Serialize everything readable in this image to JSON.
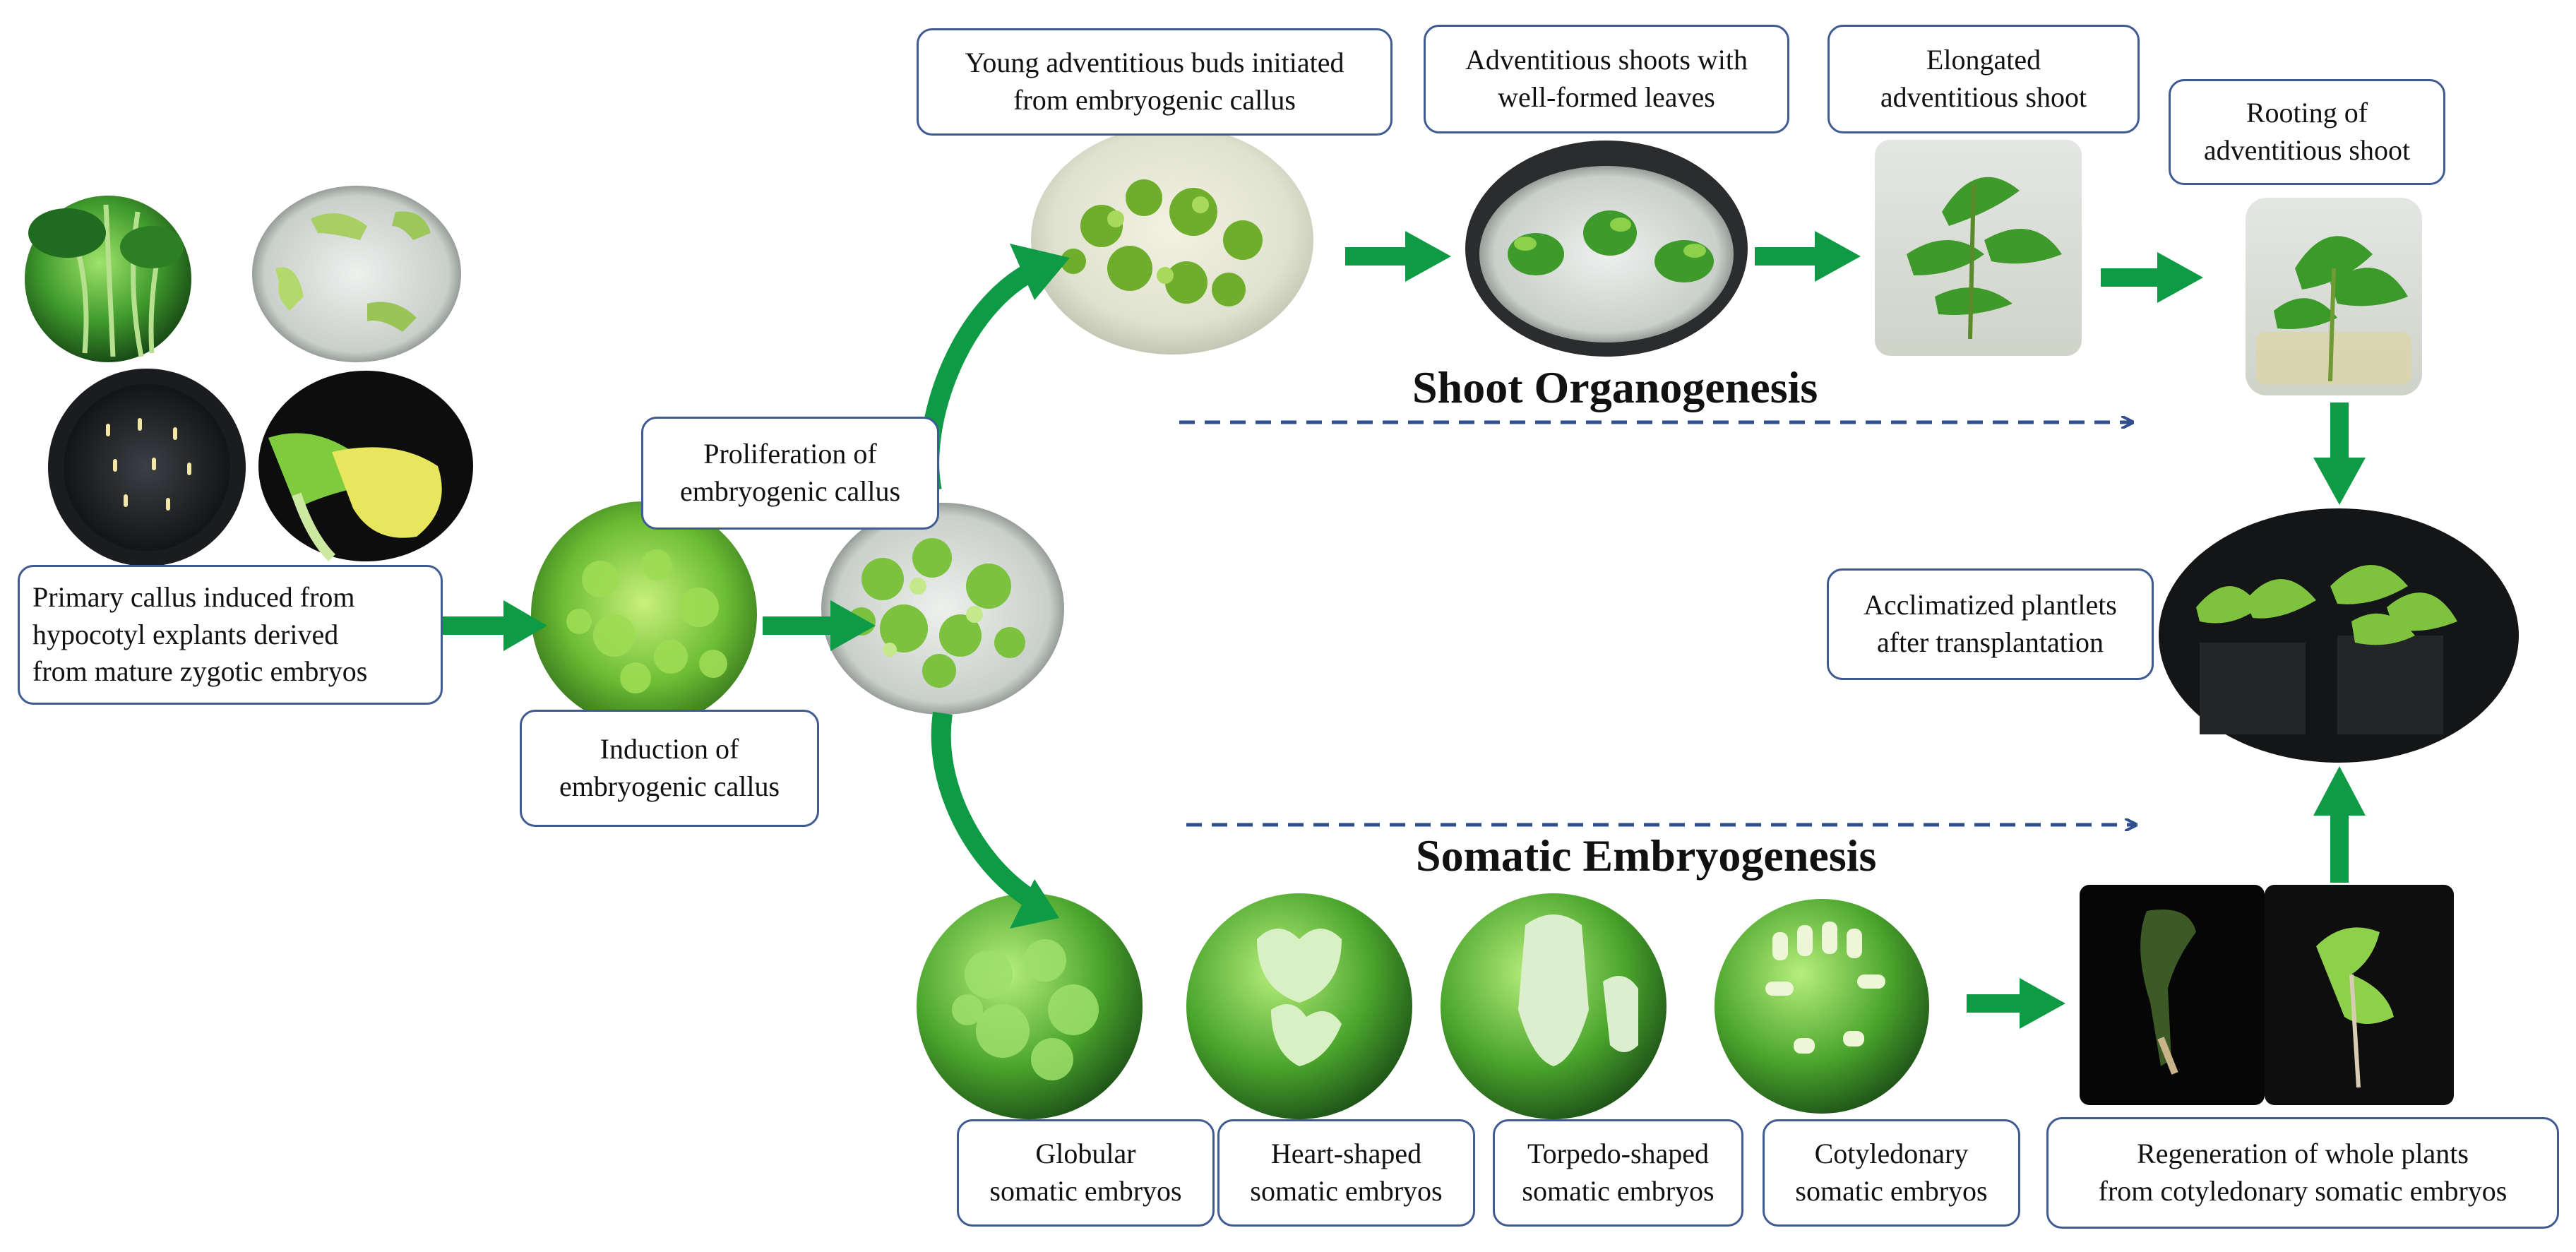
{
  "colors": {
    "arrow_green": "#0f9b46",
    "dashed_blue": "#2f4f8f",
    "box_border": "#3f5b92"
  },
  "stage_titles": {
    "shoot": "Shoot Organogenesis",
    "somatic": "Somatic Embryogenesis"
  },
  "labels": {
    "primary_callus": "Primary callus induced from\nhypocotyl explants derived\nfrom mature zygotic embryos",
    "induction": "Induction of\nembryogenic callus",
    "proliferation": "Proliferation of\nembryogenic callus",
    "young_buds": "Young adventitious buds initiated\nfrom embryogenic callus",
    "adv_shoots": "Adventitious shoots with\nwell-formed leaves",
    "elongated": "Elongated\nadventitious shoot",
    "rooting": "Rooting of\nadventitious shoot",
    "acclimatized": "Acclimatized plantlets\nafter transplantation",
    "globular": "Globular\nsomatic embryos",
    "heart": "Heart-shaped\nsomatic embryos",
    "torpedo": "Torpedo-shaped\nsomatic embryos",
    "cotyledonary": "Cotyledonary\nsomatic embryos",
    "regeneration": "Regeneration of whole plants\nfrom cotyledonary somatic embryos"
  }
}
